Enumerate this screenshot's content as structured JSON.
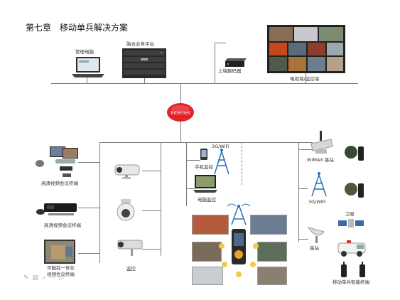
{
  "title": "第七章　移动单兵解决方案",
  "center": {
    "label": "Internet"
  },
  "top": {
    "pc_label": "管理电脑",
    "platform_label": "融合业务平台",
    "decoder_label": "上墙解码器",
    "tvwall_label": "电视墙/监控墙"
  },
  "left": {
    "hd_conf_1": "高清视频会议终端",
    "hd_conf_2": "高清视频会议终端",
    "ptz_terminal_1": "可触控一体化",
    "ptz_terminal_2": "视频会议终端"
  },
  "middle": {
    "monitor_label": "监控",
    "mobile_monitor": "手机监控",
    "pc_monitor": "电脑监控",
    "wifi_tag": "3G/WiFi"
  },
  "right": {
    "wimax_label": "WIMAX 基站",
    "wifi_label": "3G/WiFi",
    "satellite_label": "卫星",
    "base_label": "基站",
    "terminal_label": "移动单兵智能终端"
  },
  "colors": {
    "line": "#7a7a7a",
    "internet_red": "#e4222a",
    "tower_blue": "#2a6fb8"
  }
}
